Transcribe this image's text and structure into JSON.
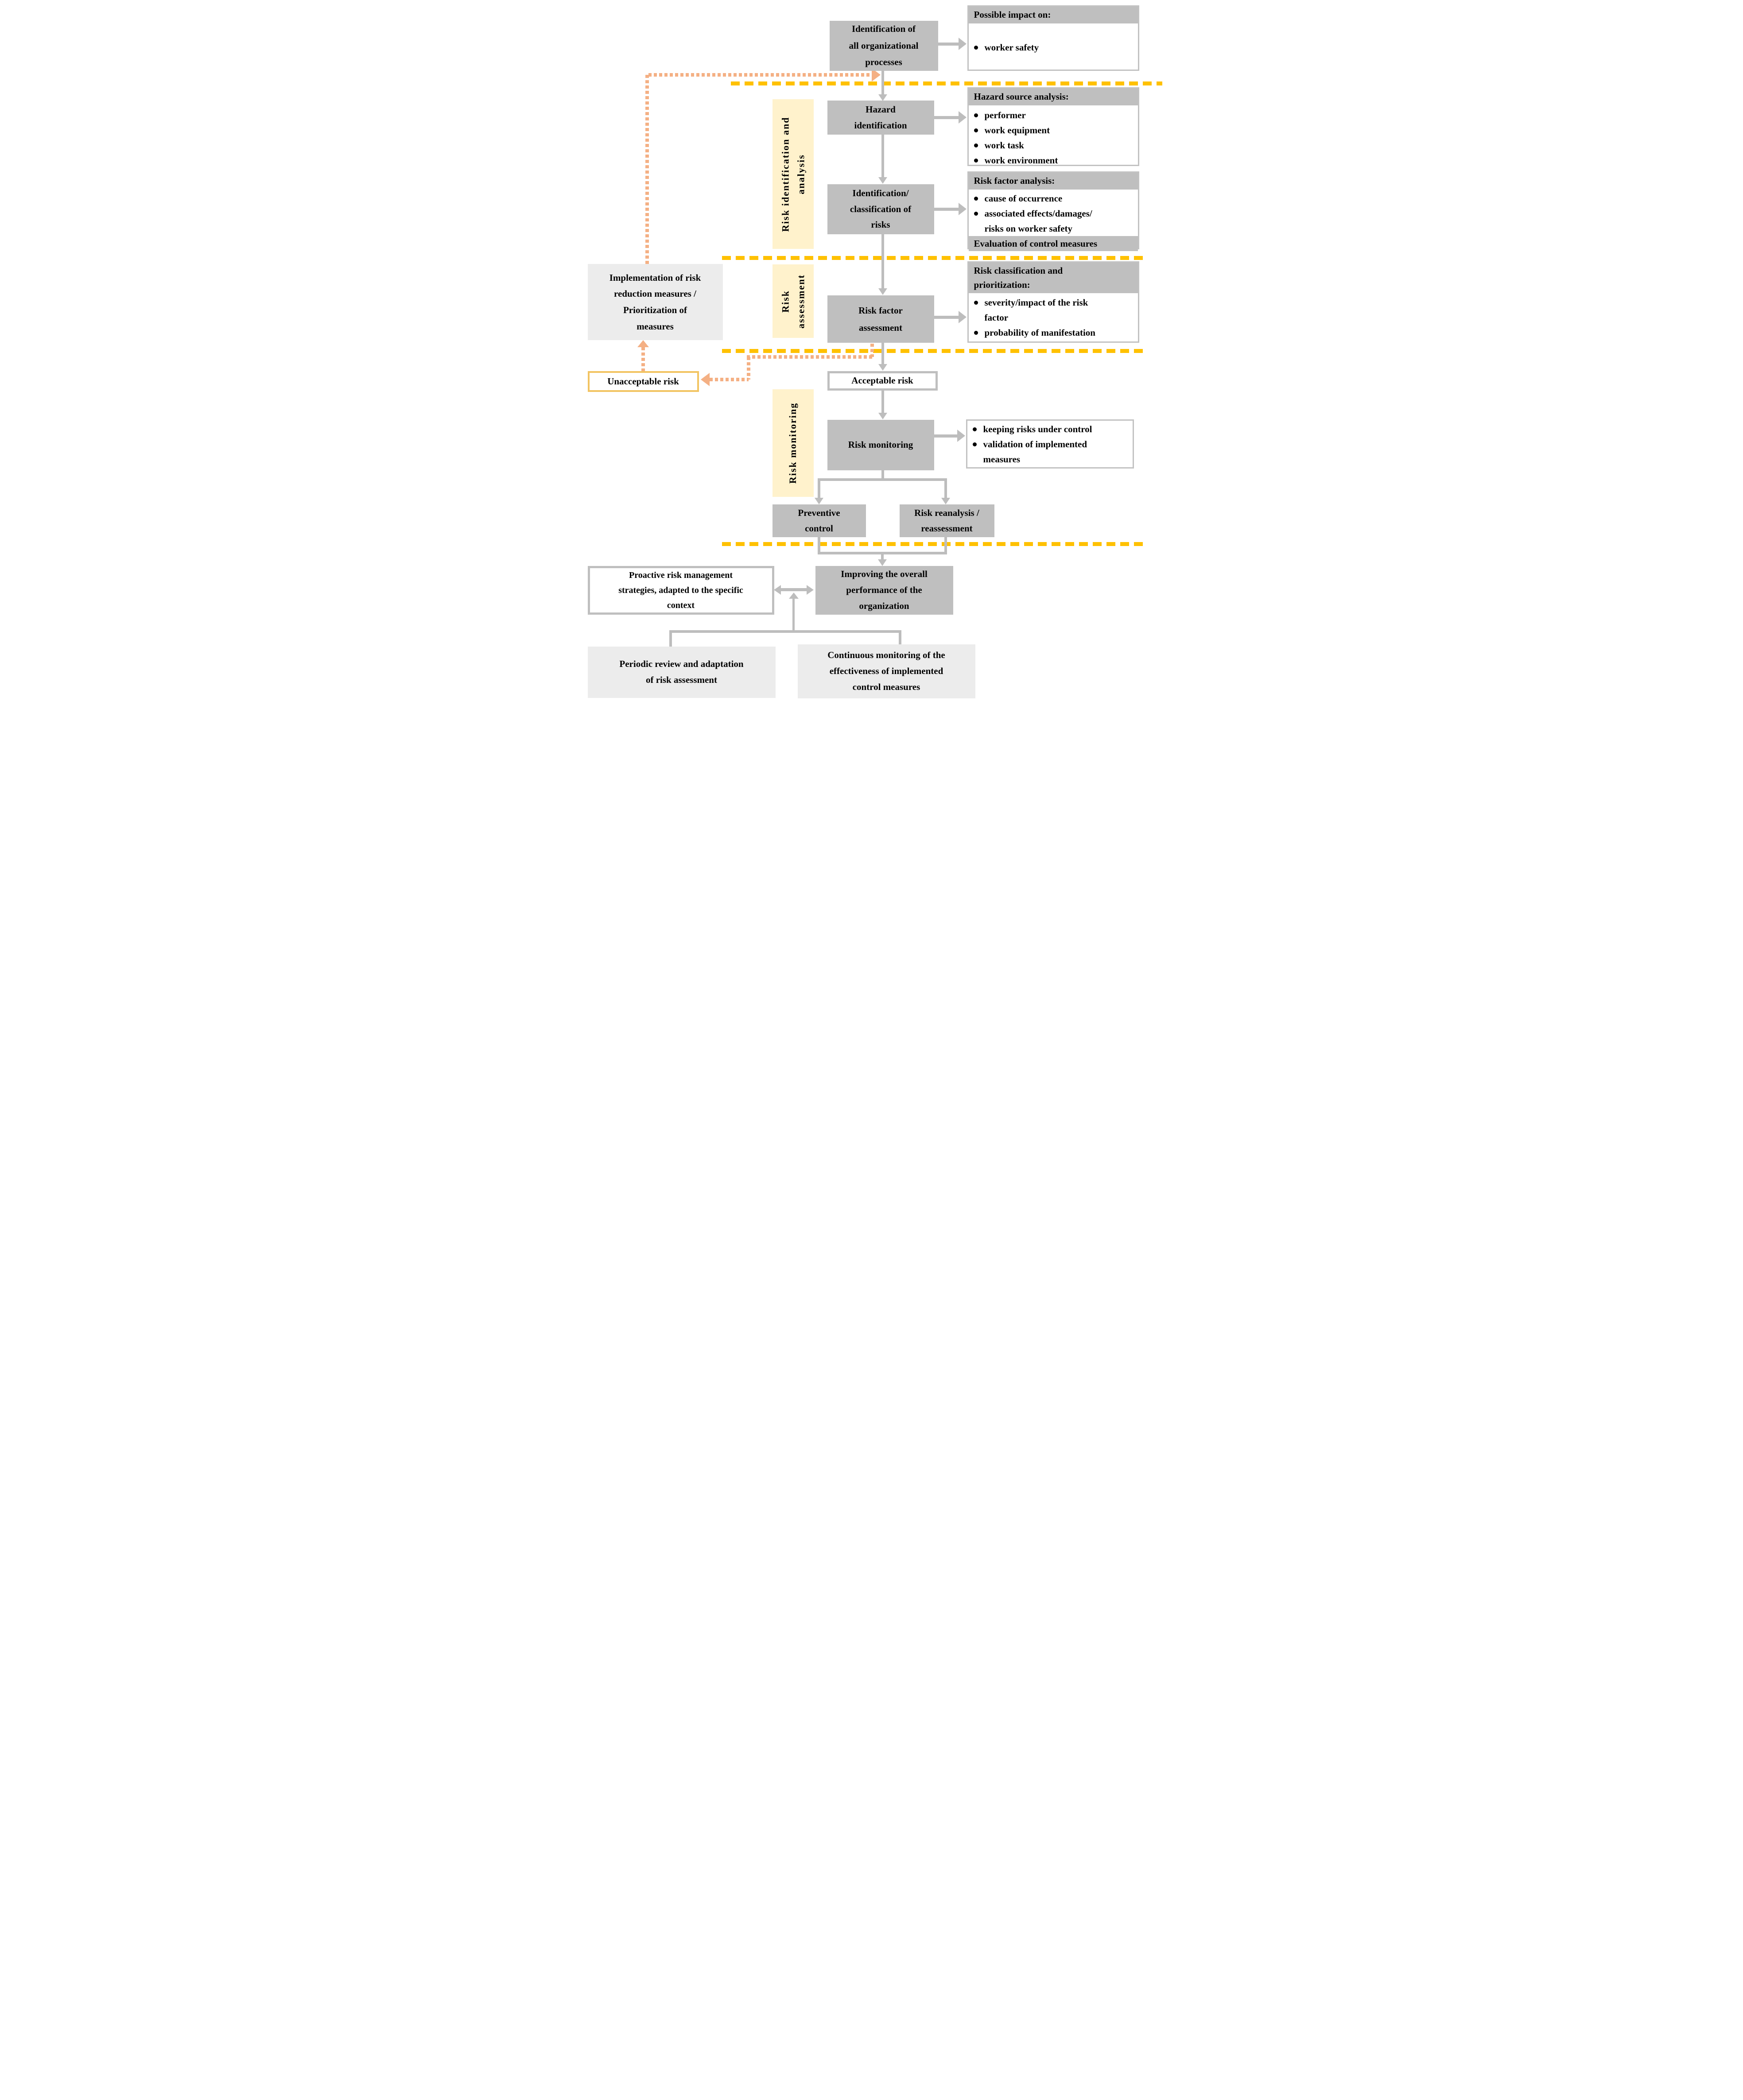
{
  "colors": {
    "box_gray": "#BFBFBF",
    "box_light": "#ECECEC",
    "cream": "#FFF2CC",
    "yellow_dash": "#FFC100",
    "orange": "#F4B084",
    "gold_border": "#F2C462",
    "connector": "#BDBDBD",
    "note_border": "#C2C2C2"
  },
  "sidebars": [
    {
      "label": "Risk identification and\nanalysis"
    },
    {
      "label": "Risk\nassessment"
    },
    {
      "label": "Risk monitoring"
    }
  ],
  "nodes": {
    "id_processes": "Identification of\nall organizational\nprocesses",
    "hazard_identification": "Hazard\nidentification",
    "risk_identification": "Identification/\nclassification of\nrisks",
    "risk_factor_assessment": "Risk factor\nassessment",
    "implementation": "Implementation of risk\nreduction measures /\nPrioritization of\nmeasures",
    "unacceptable_risk": "Unacceptable risk",
    "acceptable_risk": "Acceptable risk",
    "risk_monitoring": "Risk monitoring",
    "preventive_control": "Preventive\ncontrol",
    "risk_reanalysis": "Risk reanalysis /\nreassessment",
    "improving_performance": "Improving the overall\nperformance of the\norganization",
    "proactive_strategies": "Proactive risk management\nstrategies, adapted to the specific\ncontext",
    "periodic_review": "Periodic review and adaptation\nof risk assessment",
    "continuous_monitoring": "Continuous monitoring of the\neffectiveness of implemented\ncontrol measures"
  },
  "notes": {
    "impact": {
      "header": "Possible impact on:",
      "items": [
        "worker safety"
      ]
    },
    "hazard_source": {
      "header": "Hazard source analysis:",
      "items": [
        "performer",
        "work equipment",
        "work task",
        "work environment"
      ]
    },
    "risk_factor": {
      "header": "Risk factor analysis:",
      "items": [
        "cause of occurrence",
        "associated effects/damages/\nrisks on worker safety"
      ],
      "footer": "Evaluation of control measures"
    },
    "classification": {
      "header": "Risk classification and\nprioritization:",
      "items": [
        "severity/impact of the risk\nfactor",
        "probability of manifestation"
      ]
    },
    "monitoring": {
      "items": [
        "keeping risks under control",
        "validation of implemented\nmeasures"
      ]
    }
  }
}
